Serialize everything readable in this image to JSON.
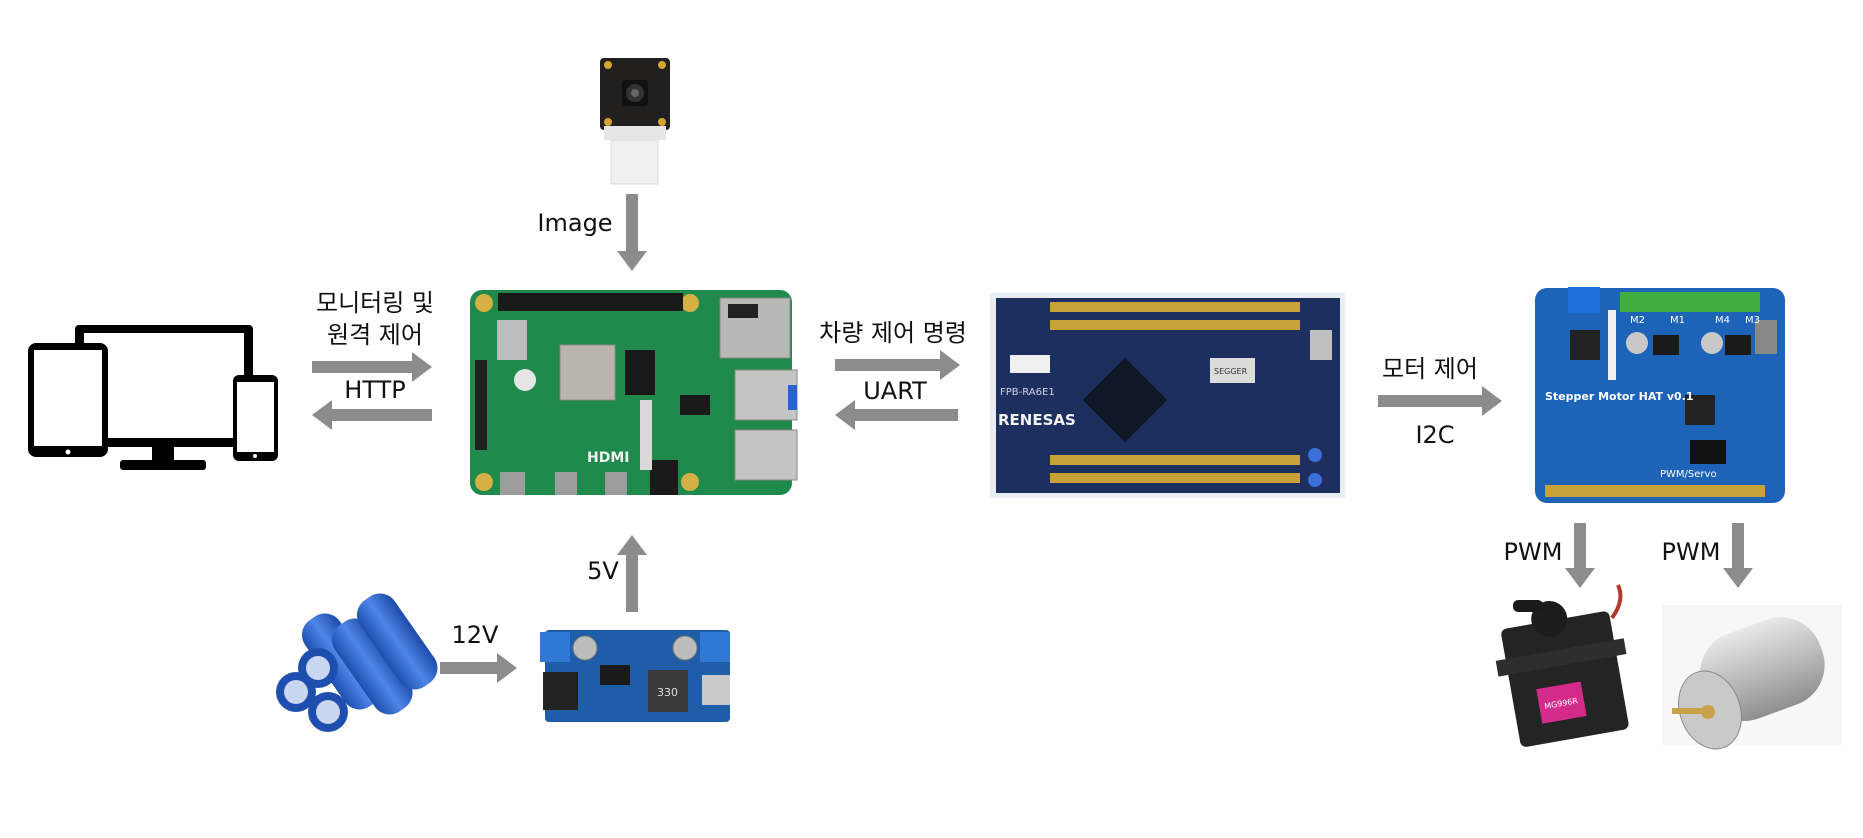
{
  "labels": {
    "monitoring_line1": "모니터링 및",
    "monitoring_line2": "원격 제어",
    "http": "HTTP",
    "image": "Image",
    "vehicle_cmd": "차량 제어 명령",
    "uart": "UART",
    "motor_ctrl": "모터 제어",
    "i2c": "I2C",
    "pwm_left": "PWM",
    "pwm_right": "PWM",
    "v5": "5V",
    "v12": "12V"
  },
  "devices": {
    "pi_hdmi": "HDMI",
    "mcu_model": "FPB-RA6E1",
    "mcu_brand": "RENESAS",
    "mcu_vendor": "SEGGER",
    "hat_title": "Stepper Motor HAT v0.1",
    "hat_pwm": "PWM/Servo",
    "hat_m2": "M2",
    "hat_m1": "M1",
    "hat_m4": "M4",
    "hat_m3": "M3",
    "reg_value": "330",
    "servo_label": "MG996R"
  },
  "colors": {
    "arrow": "#8c8c8c",
    "pi_board": "#1f8a4c",
    "mcu_board": "#1c2f5e",
    "hat_board": "#1d63b8",
    "reg_board": "#1f5da8",
    "battery": "#2e62c9"
  }
}
